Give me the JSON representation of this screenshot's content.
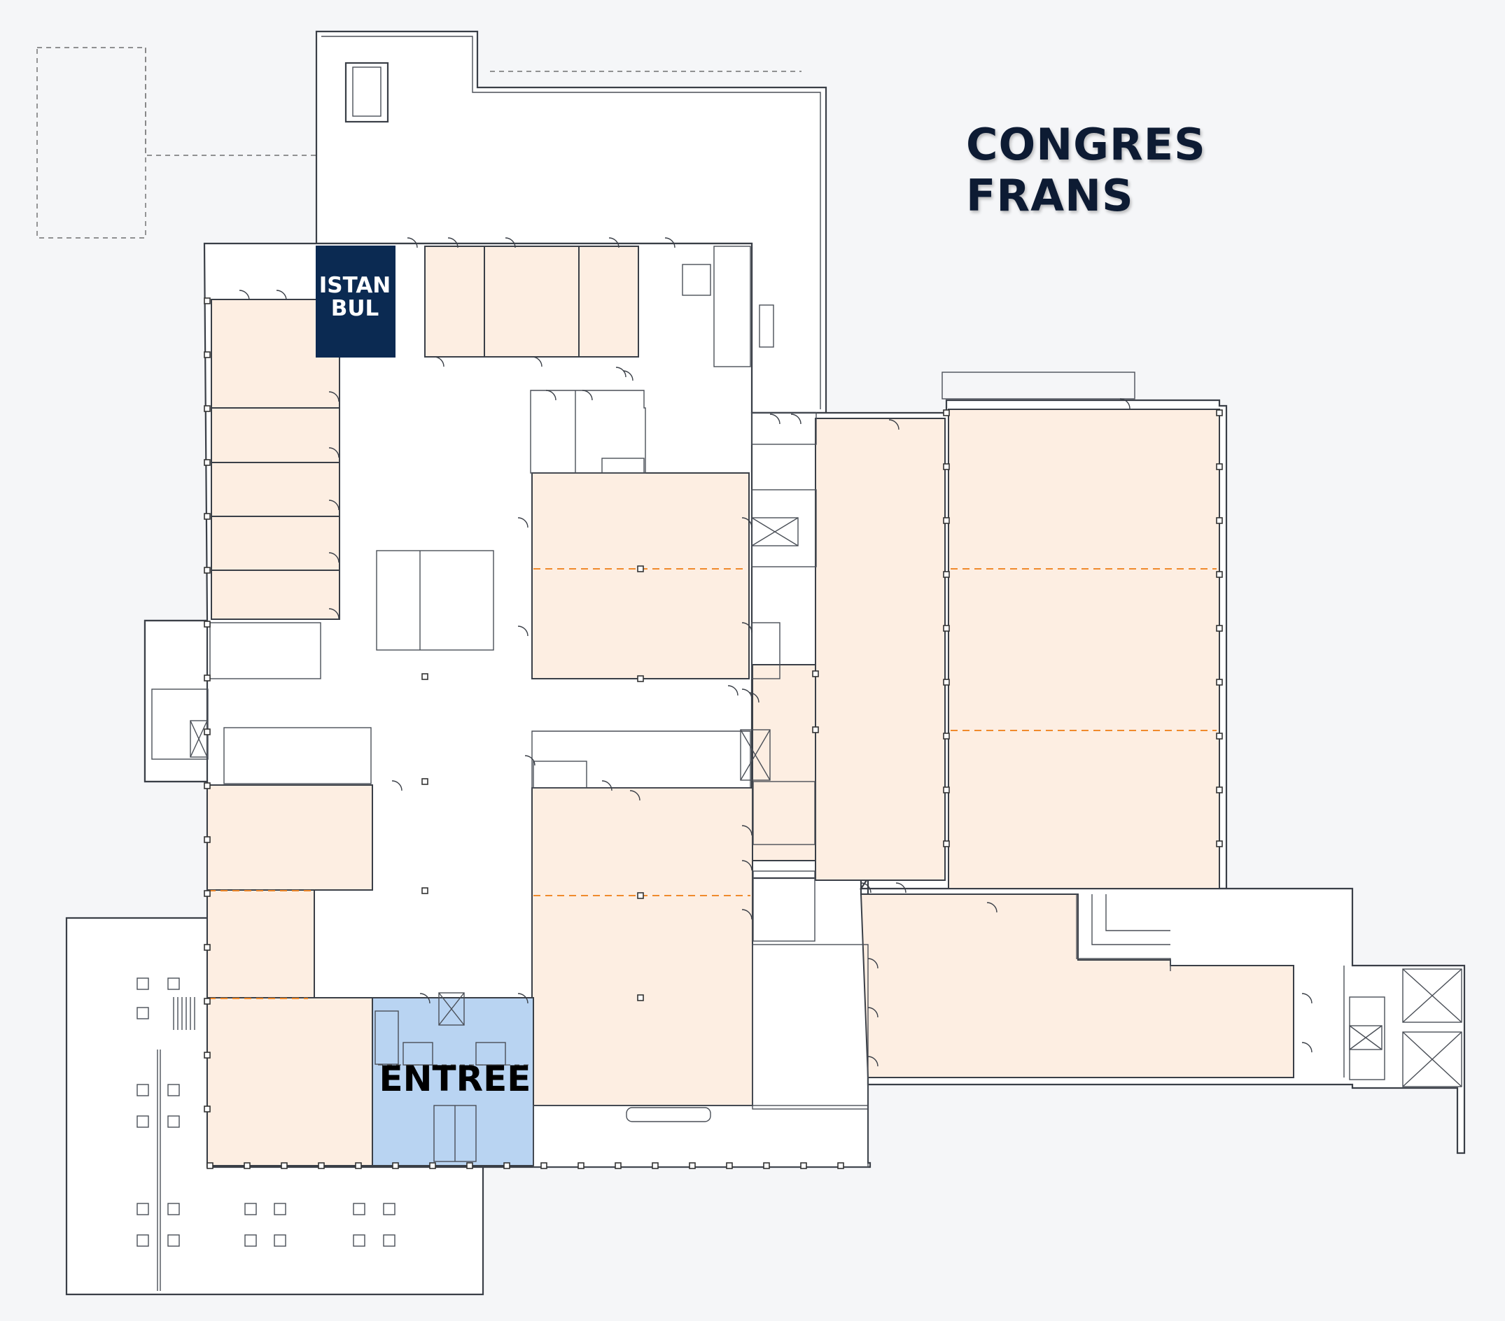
{
  "map": {
    "title": "CONGRES FRANS",
    "highlighted_room": {
      "label_line1": "ISTAN",
      "label_line2": "BUL",
      "fill": "#0b2a52"
    },
    "entrance": {
      "label": "ENTREE",
      "fill": "#b9d4f2"
    },
    "colors": {
      "room_fill": "#fdeee2",
      "divider": "#f08a2c",
      "background": "#f5f6f8"
    }
  }
}
